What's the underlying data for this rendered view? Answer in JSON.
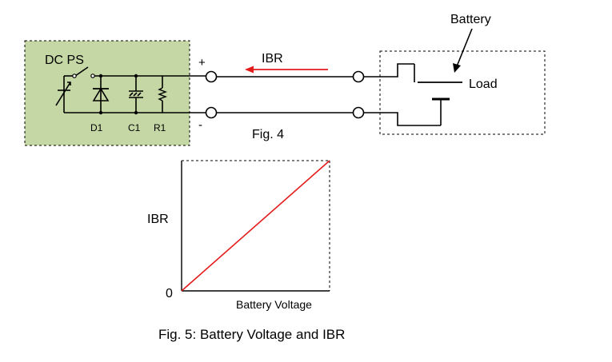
{
  "fig4": {
    "ps_label": "DC PS",
    "plus": "+",
    "minus": "-",
    "d1": "D1",
    "c1": "C1",
    "r1": "R1",
    "current_label": "IBR",
    "battery_label": "Battery",
    "load_label": "Load",
    "caption": "Fig. 4",
    "ps_fill": "#c4d7a4",
    "arrow_color": "#e31b1b"
  },
  "fig5": {
    "ylabel": "IBR",
    "xlabel": "Battery Voltage",
    "origin_label": "0",
    "caption": "Fig. 5: Battery Voltage and IBR",
    "line_color": "#e31b1b"
  },
  "chart_data": {
    "type": "line",
    "xlabel": "Battery Voltage",
    "ylabel": "IBR",
    "series": [
      {
        "x": [
          0,
          1
        ],
        "y": [
          0,
          1
        ]
      }
    ],
    "ytick_labels": [
      "0"
    ]
  }
}
